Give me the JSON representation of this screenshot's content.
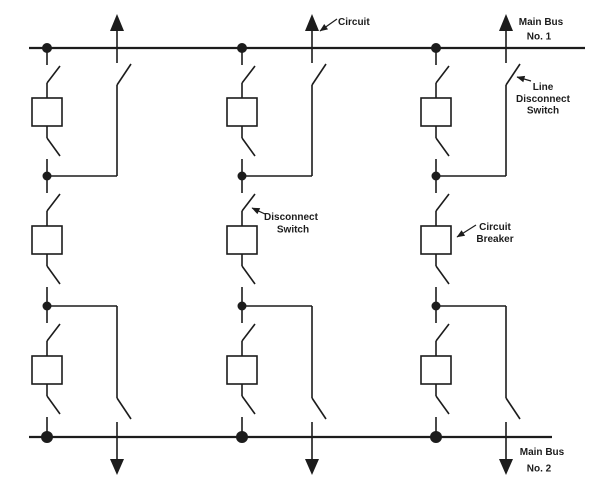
{
  "figure": {
    "kind": "one-line electrical bus diagram",
    "structure": {
      "buses": 2,
      "bays": 3,
      "breakers_per_bay": 3,
      "circuit_taps_per_bay": 2
    },
    "labels": {
      "circuit": "Circuit",
      "main_bus_1": {
        "line1": "Main Bus",
        "line2": "No. 1"
      },
      "line_disconnect_switch": {
        "line1": "Line",
        "line2": "Disconnect",
        "line3": "Switch"
      },
      "disconnect_switch": {
        "line1": "Disconnect",
        "line2": "Switch"
      },
      "circuit_breaker": {
        "line1": "Circuit",
        "line2": "Breaker"
      },
      "main_bus_2": {
        "line1": "Main Bus",
        "line2": "No. 2"
      }
    },
    "colors": {
      "ink": "#1c1c1c",
      "paper": "#ffffff"
    }
  }
}
